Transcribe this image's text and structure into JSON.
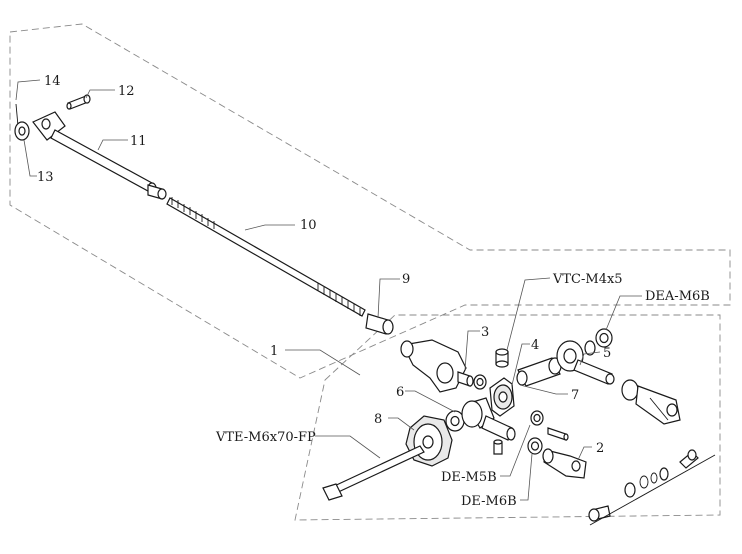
{
  "labels": {
    "l14": "14",
    "l12": "12",
    "l13": "13",
    "l11": "11",
    "l10": "10",
    "l9": "9",
    "l1": "1",
    "l3": "3",
    "l4": "4",
    "l5": "5",
    "l6": "6",
    "l7": "7",
    "l8": "8",
    "l2": "2",
    "vtc": "VTC-M4x5",
    "dea": "DEA-M6B",
    "vte": "VTE-M6x70-FP",
    "dem5": "DE-M5B",
    "dem6": "DE-M6B"
  }
}
